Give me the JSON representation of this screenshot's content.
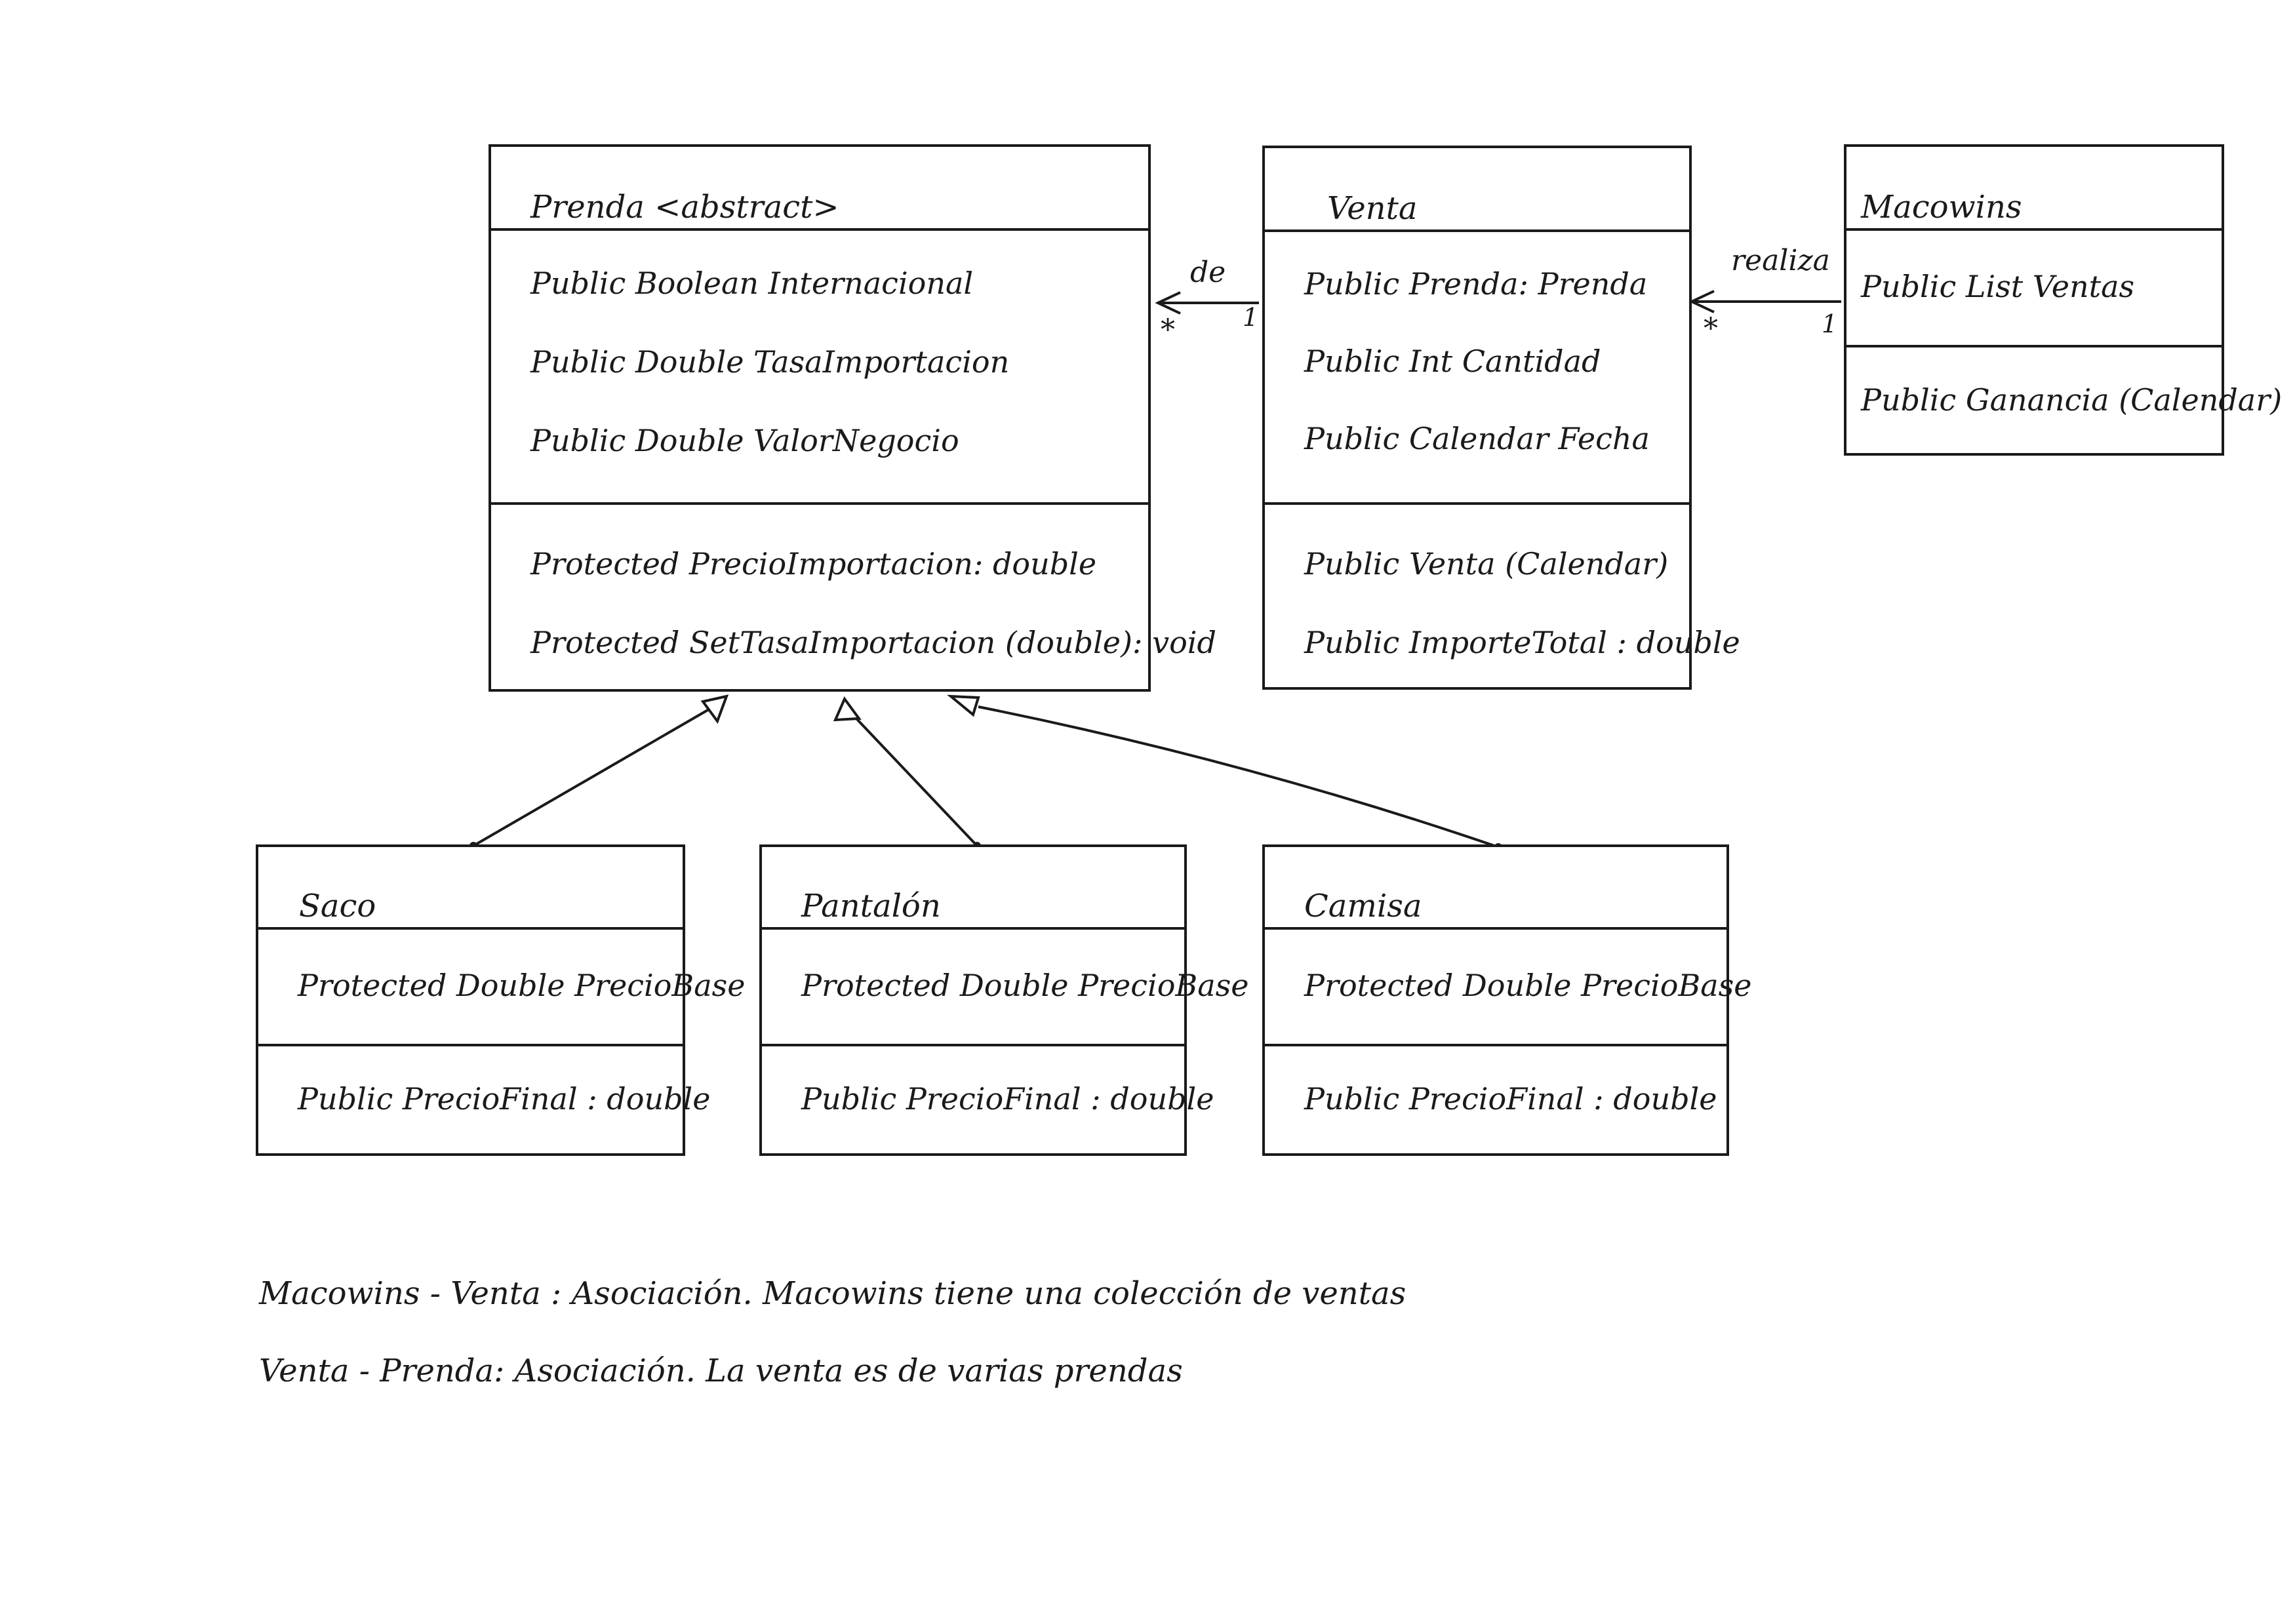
{
  "classes": {
    "prenda": {
      "name": "Prenda <abstract>",
      "attributes": [
        "Public Boolean Internacional",
        "Public Double TasaImportacion",
        "Public Double ValorNegocio"
      ],
      "methods": [
        "Protected PrecioImportacion: double",
        "Protected SetTasaImportacion (double): void"
      ]
    },
    "venta": {
      "name": "Venta",
      "attributes": [
        "Public Prenda: Prenda",
        "Public Int Cantidad",
        "Public Calendar Fecha"
      ],
      "methods": [
        "Public Venta (Calendar)",
        "Public ImporteTotal : double"
      ]
    },
    "macowins": {
      "name": "Macowins",
      "attributes": [
        "Public List Ventas"
      ],
      "methods": [
        "Public Ganancia (Calendar)"
      ]
    },
    "saco": {
      "name": "Saco",
      "attributes": [
        "Protected Double PrecioBase"
      ],
      "methods": [
        "Public PrecioFinal : double"
      ]
    },
    "pantalon": {
      "name": "Pantalón",
      "attributes": [
        "Protected Double PrecioBase"
      ],
      "methods": [
        "Public PrecioFinal : double"
      ]
    },
    "camisa": {
      "name": "Camisa",
      "attributes": [
        "Protected Double PrecioBase"
      ],
      "methods": [
        "Public PrecioFinal : double"
      ]
    }
  },
  "associations": {
    "venta_prenda": {
      "label": "de",
      "mult_source": "1",
      "mult_target": "*"
    },
    "macowins_venta": {
      "label": "realiza",
      "mult_source": "1",
      "mult_target": "*"
    }
  },
  "notes": [
    "Macowins - Venta : Asociación. Macowins tiene una colección de ventas",
    "Venta - Prenda: Asociación. La venta es de varias prendas"
  ]
}
